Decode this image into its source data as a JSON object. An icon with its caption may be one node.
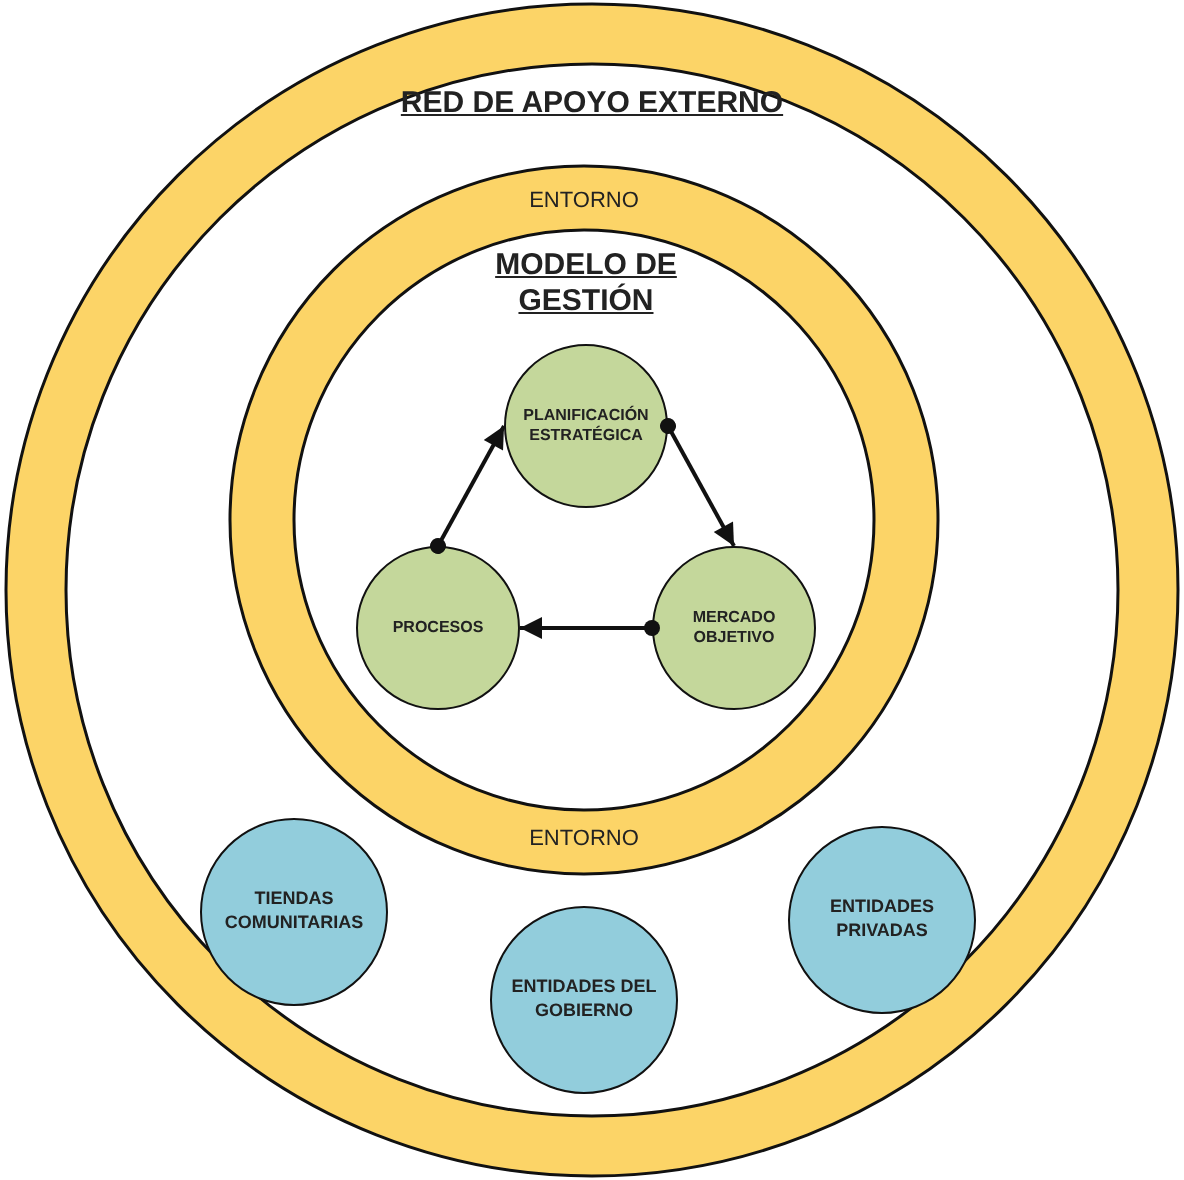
{
  "diagram": {
    "nodes": [
      {
        "text": [
          "RED DE APOYO EXTERNO"
        ]
      },
      {
        "text": [
          "ENTORNO",
          "ENTORNO"
        ],
        "in": 0
      },
      {
        "text": [
          "MODELO DE GESTIÓN"
        ],
        "in": 1
      },
      {
        "text": [
          "PLANIFICACIÓN ESTRATÉGICA"
        ],
        "in": 2
      },
      {
        "text": [
          "PROCESOS"
        ],
        "in": 2
      },
      {
        "text": [
          "MERCADO OBJETIVO"
        ],
        "in": 2
      },
      {
        "text": [
          "TIENDAS COMUNITARIAS"
        ],
        "in": 0
      },
      {
        "text": [
          "ENTIDADES DEL GOBIERNO"
        ],
        "in": 0
      },
      {
        "text": [
          "ENTIDADES PRIVADAS"
        ],
        "in": 0
      }
    ],
    "edges": [
      {
        "from": 4,
        "to": 3,
        "arrow": "to"
      },
      {
        "from": 3,
        "to": 5,
        "arrow": "to"
      },
      {
        "from": 5,
        "to": 4,
        "arrow": "to"
      }
    ]
  }
}
